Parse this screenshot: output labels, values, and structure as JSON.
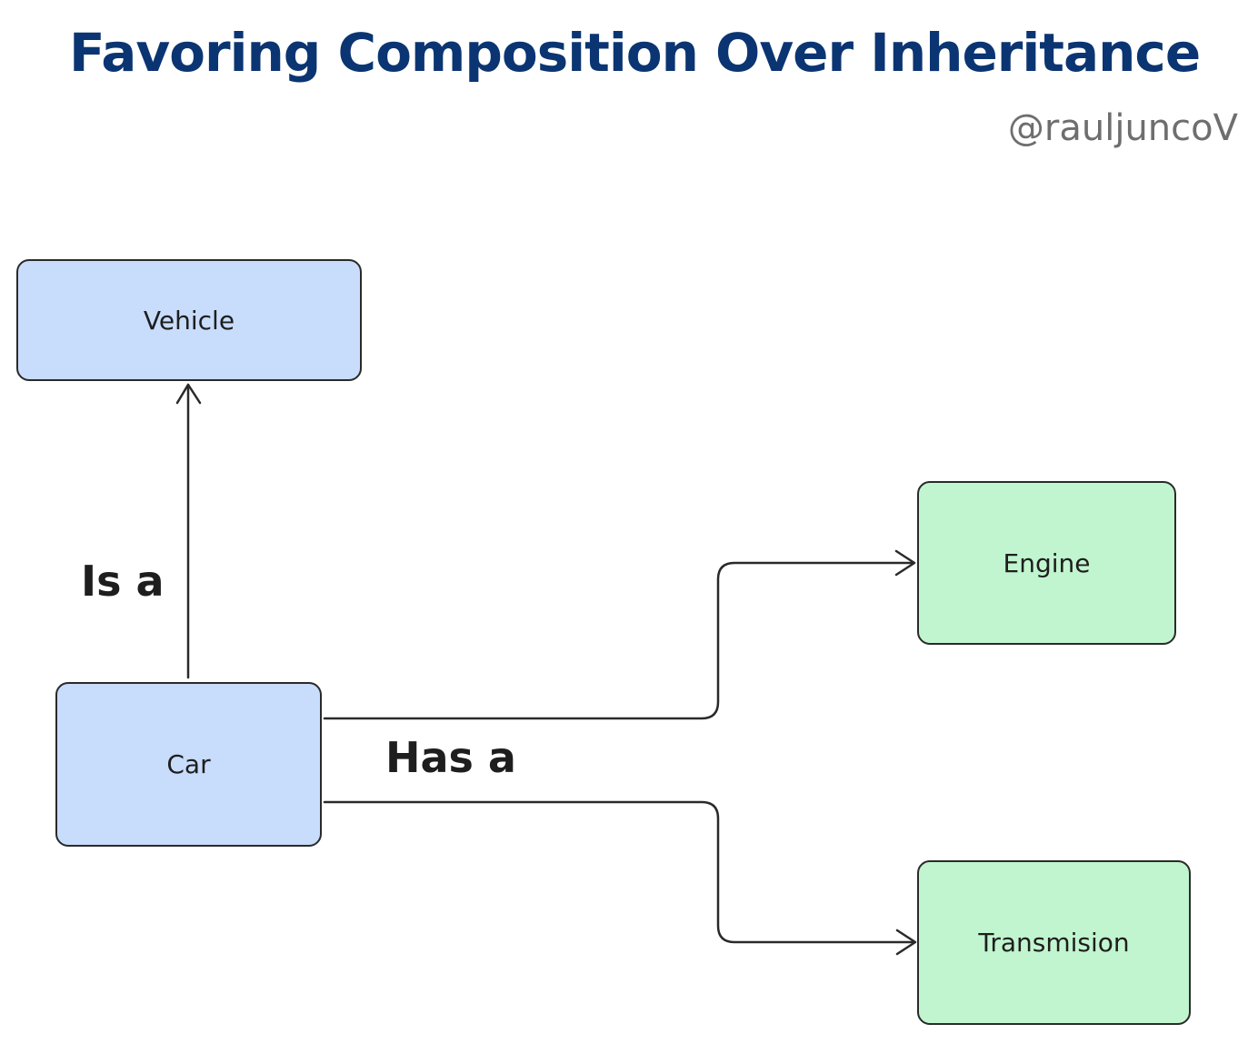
{
  "title": "Favoring Composition Over Inheritance",
  "author_handle": "@rauljuncoV",
  "nodes": {
    "vehicle": "Vehicle",
    "car": "Car",
    "engine": "Engine",
    "transmission": "Transmision"
  },
  "edge_labels": {
    "inheritance": "Is a",
    "composition": "Has a"
  },
  "colors": {
    "title": "#0b3572",
    "handle": "#6e6e6e",
    "inheritance_nodes": "#c8dcfb",
    "composition_nodes": "#c1f5cf",
    "stroke": "#2a2a2a"
  }
}
